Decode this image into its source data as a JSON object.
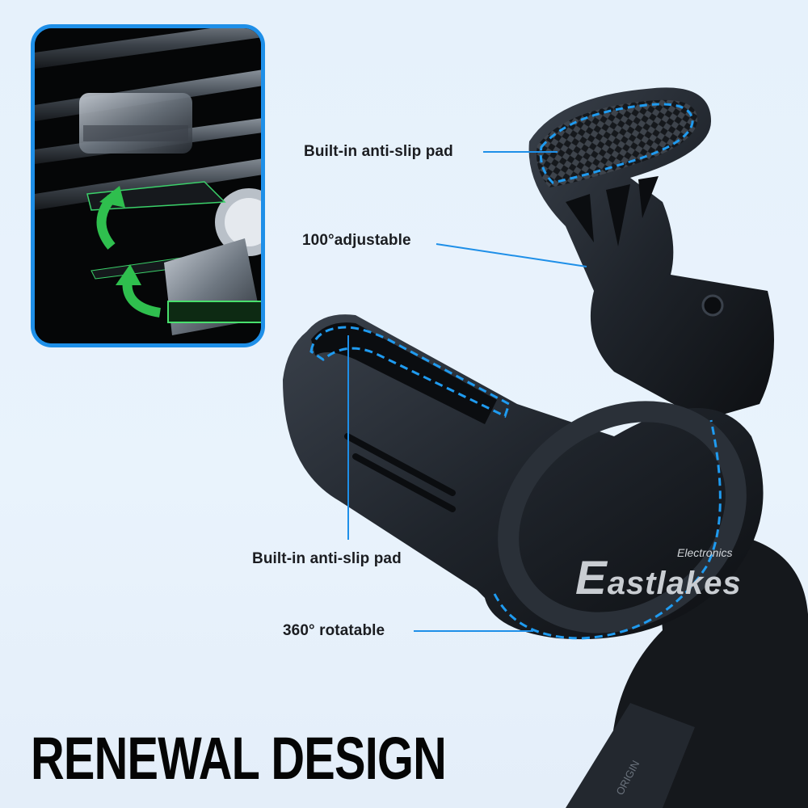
{
  "headline": "RENEWAL DESIGN",
  "callouts": [
    {
      "id": "top-pad",
      "label": "Built-in anti-slip pad"
    },
    {
      "id": "adjustable",
      "label": "100°adjustable"
    },
    {
      "id": "bottom-pad",
      "label": "Built-in anti-slip pad"
    },
    {
      "id": "rotatable",
      "label": "360° rotatable"
    }
  ],
  "watermark": {
    "main": "astlakes",
    "initial": "E",
    "sub": "Electronics"
  },
  "product_engraving": "ORIGIN",
  "colors": {
    "background": "#e6f1fb",
    "accent_blue": "#1e8fe8",
    "dash_blue": "#1f9bf0",
    "product_dark": "#1c2026",
    "headline": "#050505",
    "arrow_green": "#2fbf4e"
  },
  "inset": {
    "description": "Close-up of vent clip gripping car air vent with green rotation arrows"
  }
}
